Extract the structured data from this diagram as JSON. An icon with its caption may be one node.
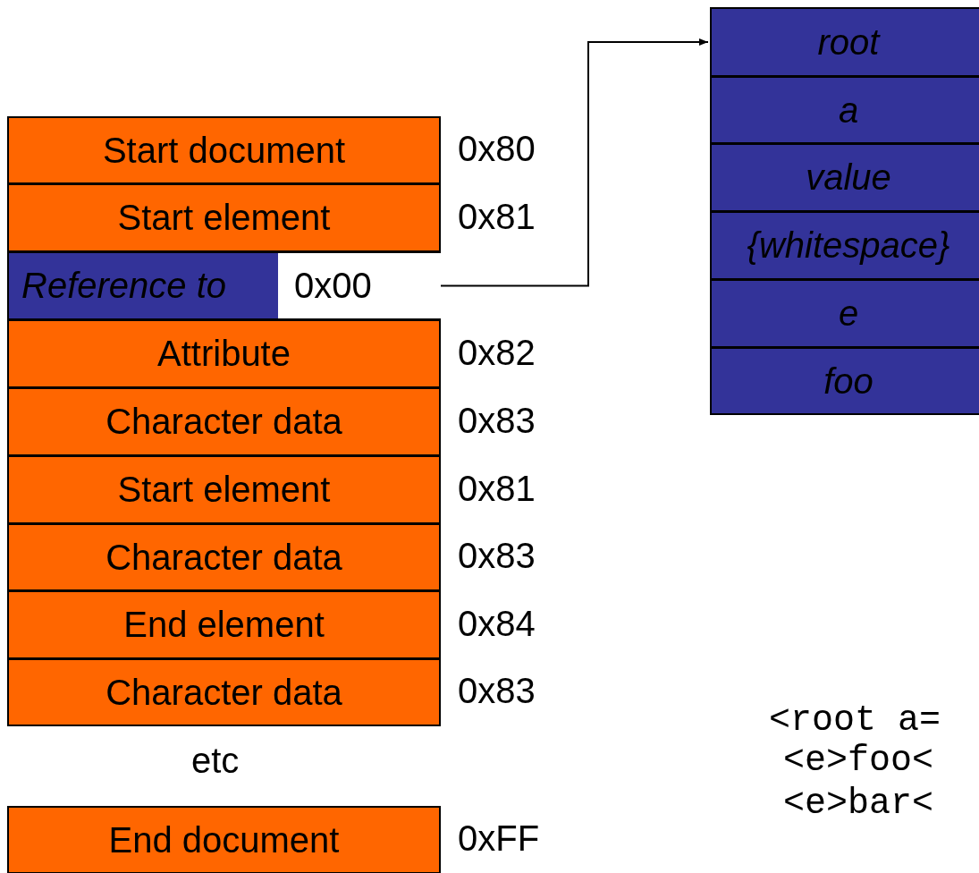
{
  "diagram": {
    "nodes": [
      {
        "text": [
          "Start document"
        ],
        "beside": [
          "0x80"
        ]
      },
      {
        "text": [
          "Start element"
        ],
        "beside": [
          "0x81"
        ]
      },
      {
        "text": [
          "Reference to"
        ]
      },
      {
        "text": [
          "0x00"
        ]
      },
      {
        "text": [
          "Attribute"
        ],
        "beside": [
          "0x82"
        ]
      },
      {
        "text": [
          "Character data"
        ],
        "beside": [
          "0x83"
        ]
      },
      {
        "text": [
          "Start element"
        ],
        "beside": [
          "0x81"
        ]
      },
      {
        "text": [
          "Character data"
        ],
        "beside": [
          "0x83"
        ]
      },
      {
        "text": [
          "End element"
        ],
        "beside": [
          "0x84"
        ]
      },
      {
        "text": [
          "Character data"
        ],
        "beside": [
          "0x83"
        ]
      },
      {
        "text": [
          "End document"
        ],
        "beside": [
          "0xFF"
        ]
      },
      {
        "text": [
          "root"
        ]
      },
      {
        "text": [
          "a"
        ]
      },
      {
        "text": [
          "value"
        ]
      },
      {
        "text": [
          "{whitespace}"
        ]
      },
      {
        "text": [
          "e"
        ]
      },
      {
        "text": [
          "foo"
        ]
      }
    ],
    "edges": [
      {
        "from": 3,
        "to": 11,
        "arrow": "to"
      }
    ],
    "labels": [
      "etc",
      "<root a=",
      "<e>foo<",
      "<e>bar<"
    ]
  }
}
